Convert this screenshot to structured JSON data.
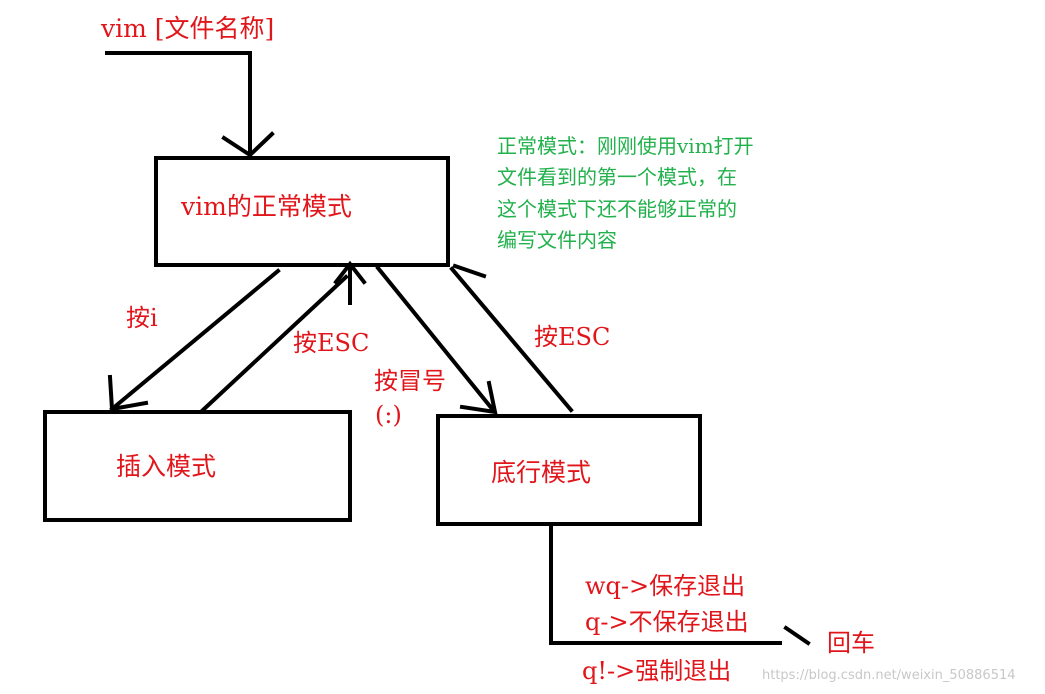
{
  "start": {
    "command": "vim [文件名称]"
  },
  "nodes": {
    "normal_mode": "vim的正常模式",
    "insert_mode": "插入模式",
    "command_line_mode": "底行模式"
  },
  "note": {
    "lines": [
      "正常模式：刚刚使用vim打开",
      "文件看到的第一个模式，在",
      "这个模式下还不能够正常的",
      "编写文件内容"
    ]
  },
  "edges": {
    "press_i": "按i",
    "press_esc_left": "按ESC",
    "press_colon": "按冒号",
    "colon_symbol": "(:)",
    "press_esc_right": "按ESC"
  },
  "commands": {
    "wq": "wq->保存退出",
    "q": "q->不保存退出",
    "q_force": "q!->强制退出",
    "enter": "回车"
  },
  "watermark": "https://blog.csdn.net/weixin_50886514",
  "colors": {
    "line": "#000000",
    "label_red": "#e1161b",
    "note_green": "#22b14c",
    "watermark": "#c8c8c8"
  }
}
